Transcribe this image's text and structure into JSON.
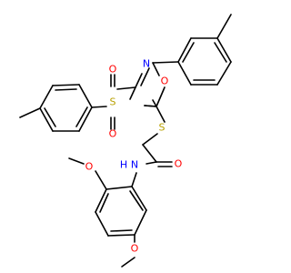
{
  "colors": {
    "bond": "#000000",
    "background": "#ffffff",
    "oxygen": "#ff0000",
    "nitrogen": "#0000ff",
    "sulfur": "#b8a000"
  },
  "atoms": {
    "o_ring": "O",
    "n_ring": "N",
    "s_thioether": "S",
    "s_sulfonyl": "S",
    "o_sulfonyl_top": "O",
    "o_sulfonyl_bottom": "O",
    "o_carbonyl": "O",
    "n_amide": "N",
    "h_amide": "H",
    "o_methoxy_top": "O",
    "o_methoxy_bottom": "O"
  }
}
